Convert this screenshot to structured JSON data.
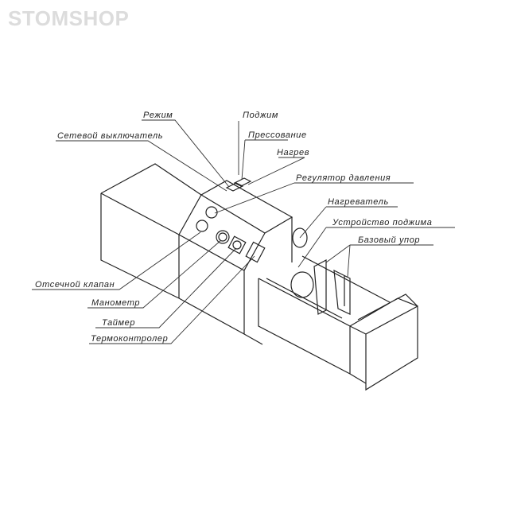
{
  "watermark": "STOMSHOP",
  "labels": {
    "mode": "Режим",
    "clamp": "Поджим",
    "power_switch": "Сетевой выключатель",
    "pressing": "Прессование",
    "heating": "Нагрев",
    "pressure_regulator": "Регулятор давления",
    "heater": "Нагреватель",
    "clamping_device": "Устройство поджима",
    "base_stop": "Базовый упор",
    "shutoff_valve": "Отсечной клапан",
    "manometer": "Манометр",
    "timer": "Таймер",
    "thermocontroller": "Термоконтролер"
  }
}
